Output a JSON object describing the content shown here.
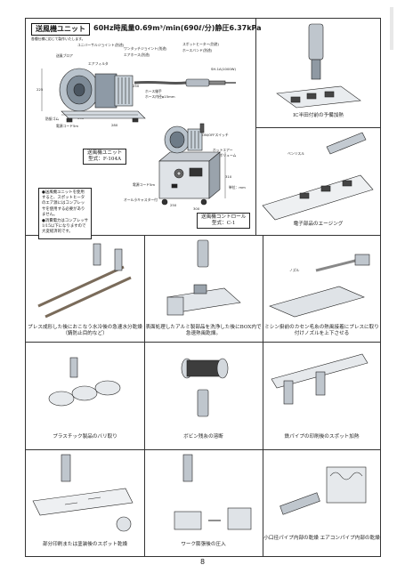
{
  "header": {
    "title": "送風機ユニット",
    "spec": "60Hz時風量0.69m³/min(690ℓ/分)静圧6.37kPa",
    "note": "各種仕様に応じて製作いたします。"
  },
  "unit_diagram": {
    "labels": [
      "ユニバーサルジョイント(別途)",
      "ワンタッチジョイント(別途)",
      "エアホース(別途)",
      "スポットヒーター(別途)",
      "SH-1A(1000W)",
      "ホースバンド(別途)",
      "エアフィルタ",
      "送風ブロア",
      "電源コード5m",
      "防振ゴム",
      "ホース継手",
      "ホース内径φ15mm"
    ],
    "dims": [
      "225",
      "340",
      "230",
      "250",
      "280",
      "310",
      "250",
      "300"
    ],
    "controller_labels": [
      "ON/OFFスイッチ",
      "ホットエアー",
      "風量ボリューム",
      "電源コード5m",
      "オール小キャスター付"
    ],
    "unit_label": [
      "送風機ユニット",
      "型式：F-104A"
    ],
    "controller_label": [
      "送風機コントロール",
      "型式：C-1"
    ],
    "note_paragraphs": [
      "●送風機ユニットを使用すると、スポットヒータのエア源にはコンプレッサを使用する必要がありません。",
      "●消費電力はコンプレッサ1/15以下になりますので大変経済的です。"
    ],
    "unit_note": "単位：mm"
  },
  "cells": [
    {
      "caption": "IC半田付前の予備加熱"
    },
    {
      "caption": "電子部品のエージング",
      "label": "ベンリスル"
    },
    {
      "caption": "プレス成形した後におこなう水冷後の急速水分乾燥（錆防止目的など）"
    },
    {
      "caption": "表面処理したアルミ製部品を洗浄した後にBOX内で急速熱風乾燥。"
    },
    {
      "caption": "ミシン掛前のカセン毛糸の熱風接着にプレスに取り付けノズルを上下させる",
      "label": "ノズル"
    },
    {
      "caption": "プラスチック製品のバリ取り"
    },
    {
      "caption": "ボビン残糸の溶断"
    },
    {
      "caption": "鉄パイプの印刷後のスポット加熱"
    },
    {
      "caption": "部分印刷または塗装後のスポット乾燥"
    },
    {
      "caption": "ワーク膨張後の圧入"
    },
    {
      "caption": "小口径パイプ内部の乾燥 エアコンパイプ内部の乾燥"
    }
  ],
  "page_number": "8"
}
